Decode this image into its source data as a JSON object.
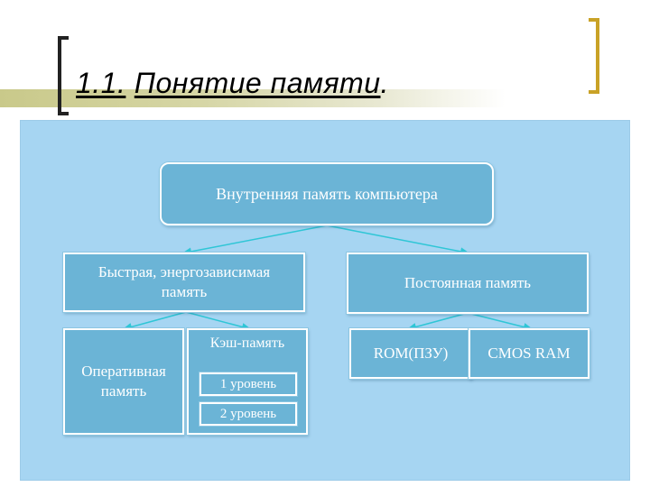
{
  "slide": {
    "title_number": "1.1.",
    "title_text": "Понятие памяти",
    "title_period": "."
  },
  "diagram": {
    "root": "Внутренняя память компьютера",
    "fast_memory": "Быстрая, энергозависимая память",
    "permanent_memory": "Постоянная память",
    "ram": "Оперативная память",
    "cache": {
      "label": "Кэш-память",
      "level1": "1 уровень",
      "level2": "2 уровень"
    },
    "rom": "ROM(ПЗУ)",
    "cmos": "CMOS RAM"
  },
  "colors": {
    "panel_bg": "#a6d5f2",
    "box_fill": "#6bb4d6",
    "connector": "#2fc6d6",
    "right_bracket": "#c9a227"
  }
}
